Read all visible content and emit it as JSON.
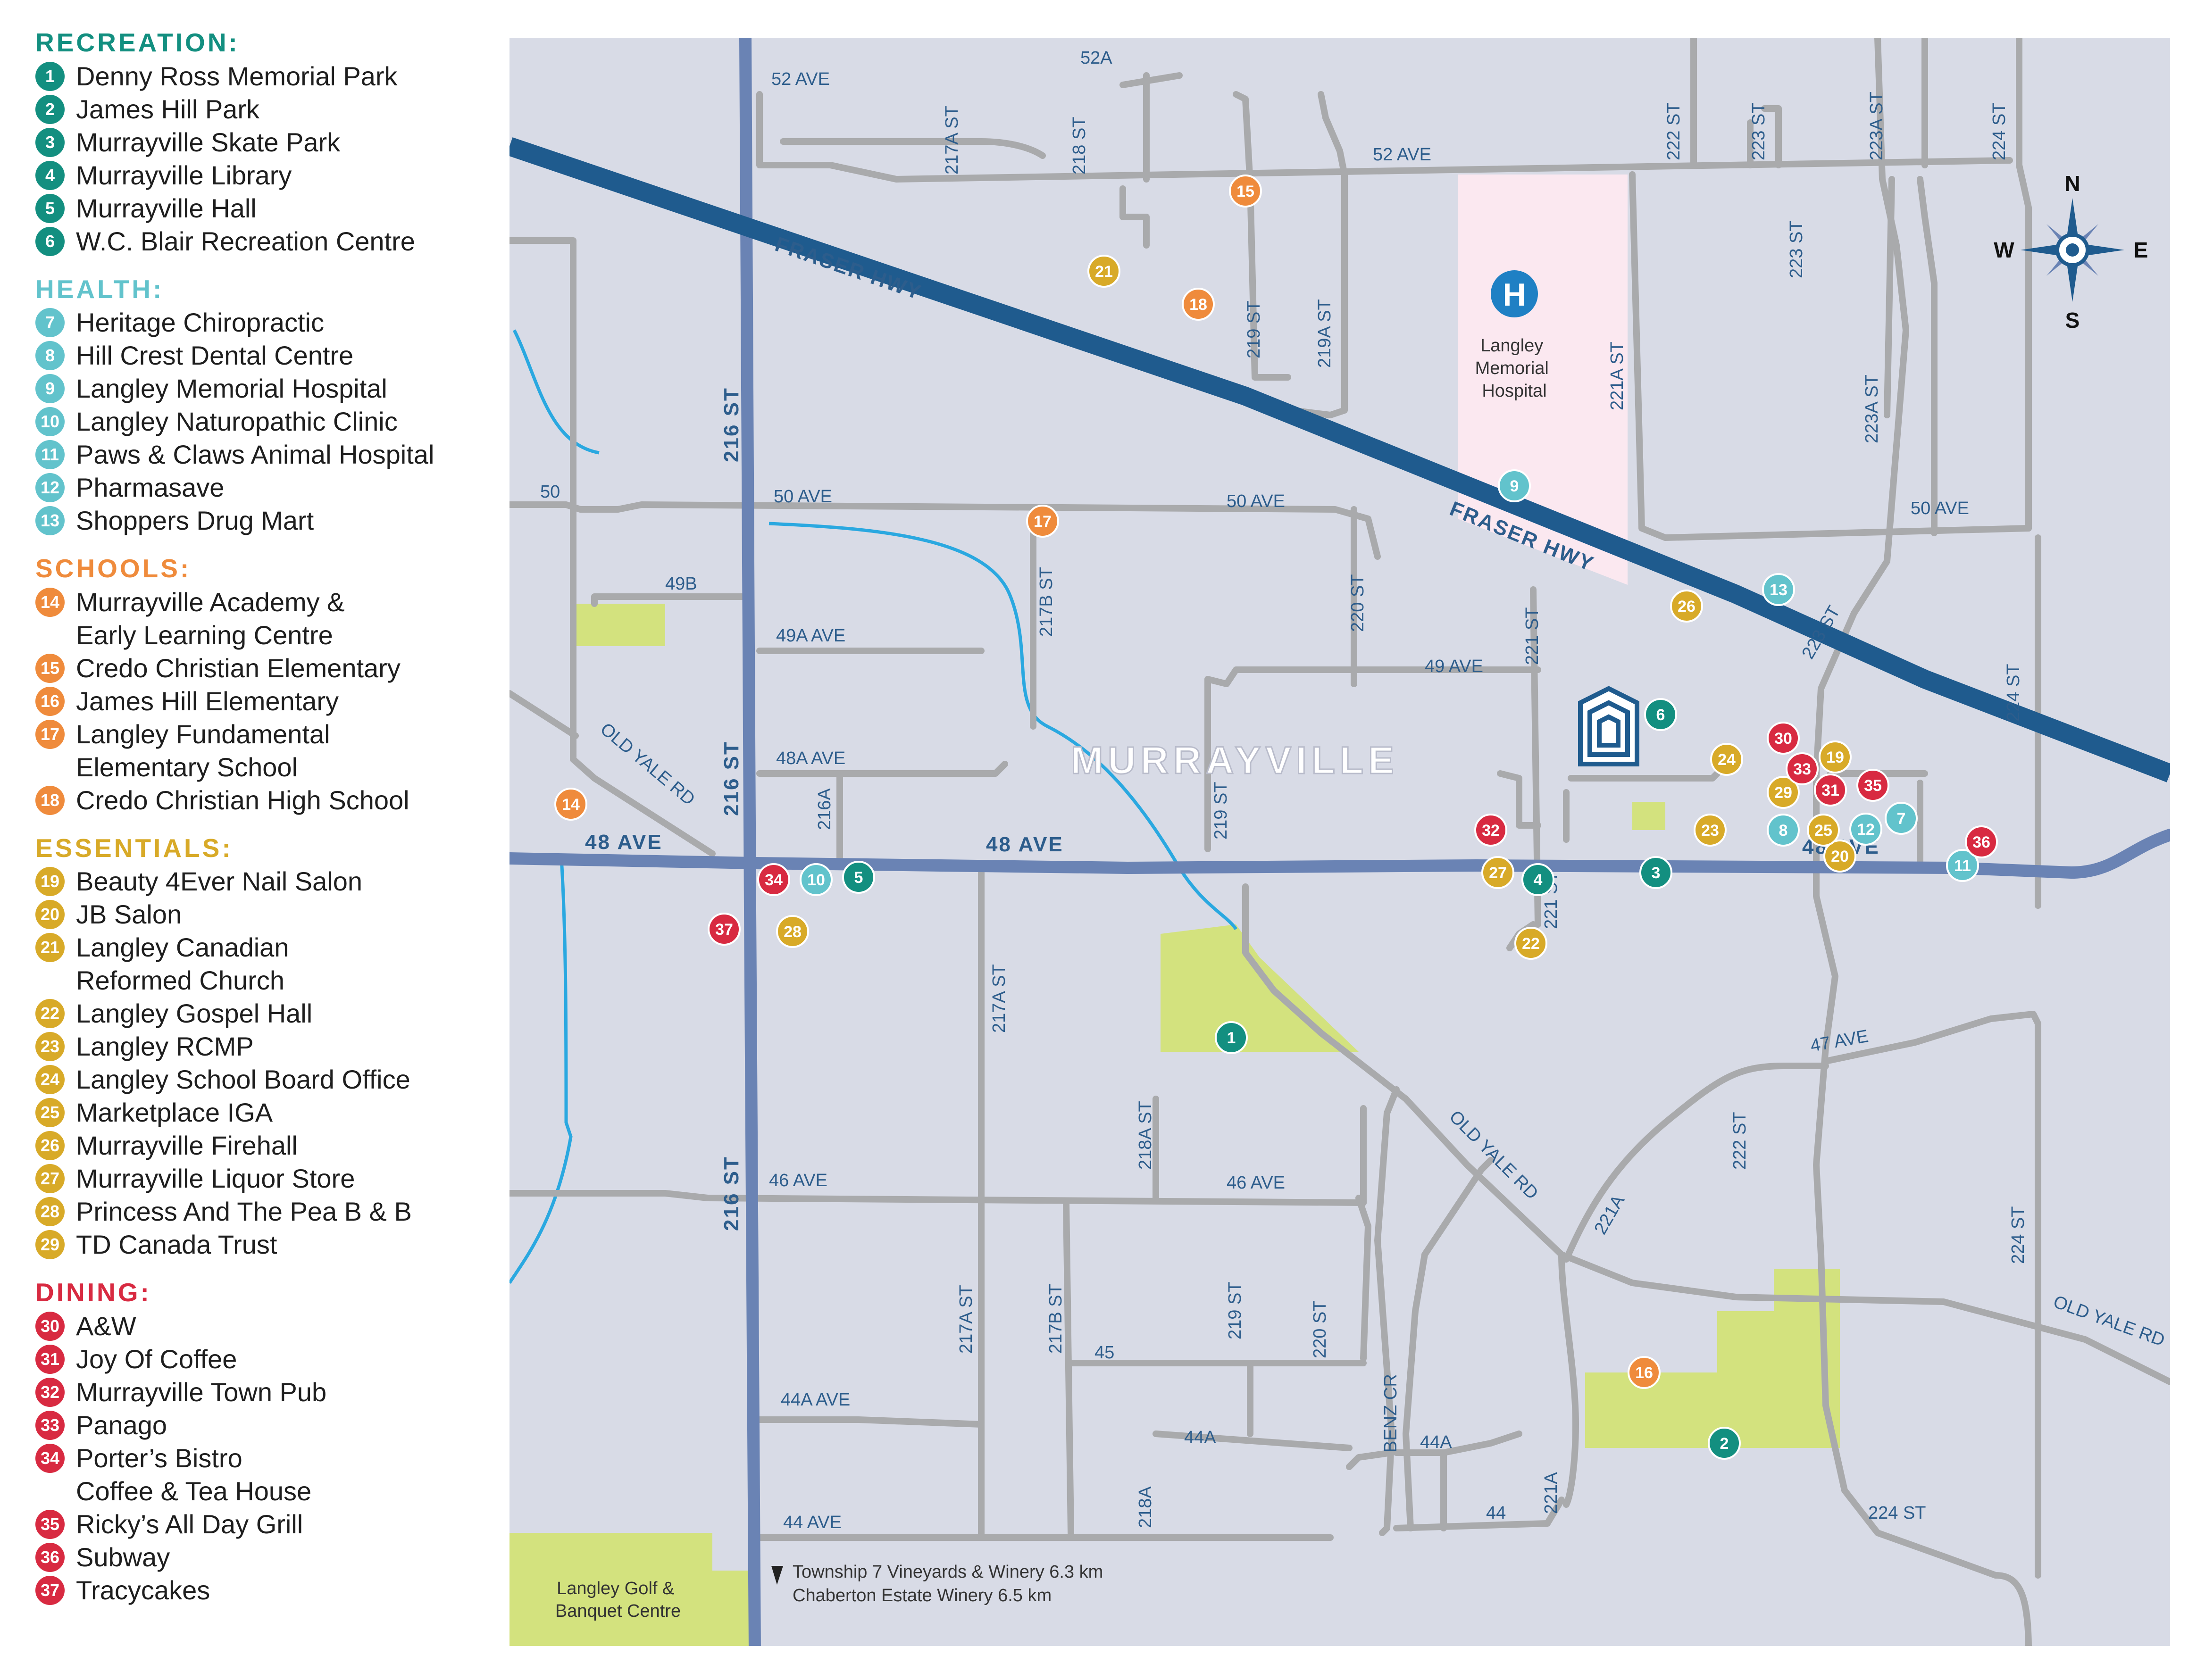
{
  "colors": {
    "recreation": "#138f80",
    "health": "#62c3cc",
    "schools": "#ef8b3c",
    "essentials": "#d8aa28",
    "dining": "#d82a41",
    "map_bg": "#d8dbe6",
    "road": "#a9aaac",
    "arterial": "#6a83b4",
    "highway": "#1f5b8e",
    "park": "#d3e27e",
    "hospital": "#fbe8f0",
    "creek": "#2aa8e0"
  },
  "legend": [
    {
      "key": "recreation",
      "title": "RECREATION:",
      "items": [
        {
          "num": "1",
          "label": "Denny Ross Memorial Park"
        },
        {
          "num": "2",
          "label": "James Hill Park"
        },
        {
          "num": "3",
          "label": "Murrayville Skate Park"
        },
        {
          "num": "4",
          "label": "Murrayville Library"
        },
        {
          "num": "5",
          "label": "Murrayville Hall"
        },
        {
          "num": "6",
          "label": "W.C. Blair Recreation Centre"
        }
      ]
    },
    {
      "key": "health",
      "title": "HEALTH:",
      "items": [
        {
          "num": "7",
          "label": "Heritage Chiropractic"
        },
        {
          "num": "8",
          "label": "Hill Crest Dental Centre"
        },
        {
          "num": "9",
          "label": "Langley Memorial Hospital"
        },
        {
          "num": "10",
          "label": "Langley Naturopathic Clinic"
        },
        {
          "num": "11",
          "label": "Paws & Claws Animal Hospital"
        },
        {
          "num": "12",
          "label": "Pharmasave"
        },
        {
          "num": "13",
          "label": "Shoppers Drug Mart"
        }
      ]
    },
    {
      "key": "schools",
      "title": "SCHOOLS:",
      "items": [
        {
          "num": "14",
          "label": "Murrayville Academy &\nEarly Learning Centre"
        },
        {
          "num": "15",
          "label": "Credo Christian Elementary"
        },
        {
          "num": "16",
          "label": "James Hill Elementary"
        },
        {
          "num": "17",
          "label": "Langley Fundamental\nElementary School"
        },
        {
          "num": "18",
          "label": "Credo Christian High School"
        }
      ]
    },
    {
      "key": "essentials",
      "title": "ESSENTIALS:",
      "items": [
        {
          "num": "19",
          "label": "Beauty 4Ever Nail Salon"
        },
        {
          "num": "20",
          "label": "JB Salon"
        },
        {
          "num": "21",
          "label": "Langley Canadian\nReformed Church"
        },
        {
          "num": "22",
          "label": "Langley Gospel Hall"
        },
        {
          "num": "23",
          "label": "Langley RCMP"
        },
        {
          "num": "24",
          "label": "Langley School Board Office"
        },
        {
          "num": "25",
          "label": "Marketplace IGA"
        },
        {
          "num": "26",
          "label": "Murrayville Firehall"
        },
        {
          "num": "27",
          "label": "Murrayville Liquor Store"
        },
        {
          "num": "28",
          "label": "Princess And The Pea B & B"
        },
        {
          "num": "29",
          "label": "TD Canada Trust"
        }
      ]
    },
    {
      "key": "dining",
      "title": "DINING:",
      "items": [
        {
          "num": "30",
          "label": "A&W"
        },
        {
          "num": "31",
          "label": "Joy Of Coffee"
        },
        {
          "num": "32",
          "label": "Murrayville Town Pub"
        },
        {
          "num": "33",
          "label": "Panago"
        },
        {
          "num": "34",
          "label": "Porter’s Bistro\nCoffee & Tea House"
        },
        {
          "num": "35",
          "label": "Ricky’s All Day Grill"
        },
        {
          "num": "36",
          "label": "Subway"
        },
        {
          "num": "37",
          "label": "Tracycakes"
        }
      ]
    }
  ],
  "map": {
    "neighbourhood": "MURRAYVILLE",
    "hospital_label": "Langley\nMemorial\nHospital",
    "hospital_symbol": "H",
    "golf_label": "Langley Golf &\nBanquet Centre",
    "winery_note_1": "Township 7 Vineyards & Winery 6.3 km",
    "winery_note_2": "Chaberton Estate Winery 6.5 km",
    "compass": {
      "n": "N",
      "s": "S",
      "e": "E",
      "w": "W"
    },
    "streets": {
      "fraser_hwy": "FRASER HWY",
      "ave48": "48 AVE",
      "st216": "216 ST",
      "ave52": "52 AVE",
      "ave52a": "52A",
      "ave50": "50 AVE",
      "ave50w": "50",
      "ave49b": "49B",
      "ave49a": "49A AVE",
      "ave49": "49 AVE",
      "ave48a": "48A AVE",
      "old_yale": "OLD YALE RD",
      "ave47": "47 AVE",
      "ave46": "46 AVE",
      "ave45": "45",
      "ave44a": "44A AVE",
      "ave44a2": "44A",
      "ave44": "44 AVE",
      "ave44b": "44",
      "st224": "224 ST",
      "st217a": "217A ST",
      "st218": "218 ST",
      "st219": "219 ST",
      "st219a": "219A ST",
      "st221a": "221A ST",
      "st222": "222 ST",
      "st223": "223 ST",
      "st223a": "223A ST",
      "st217b": "217B ST",
      "st220": "220 ST",
      "st221": "221 ST",
      "st216a": "216A",
      "st218a": "218A ST",
      "st218a2": "218A",
      "benz": "BENZ CR",
      "a221": "221A"
    }
  }
}
